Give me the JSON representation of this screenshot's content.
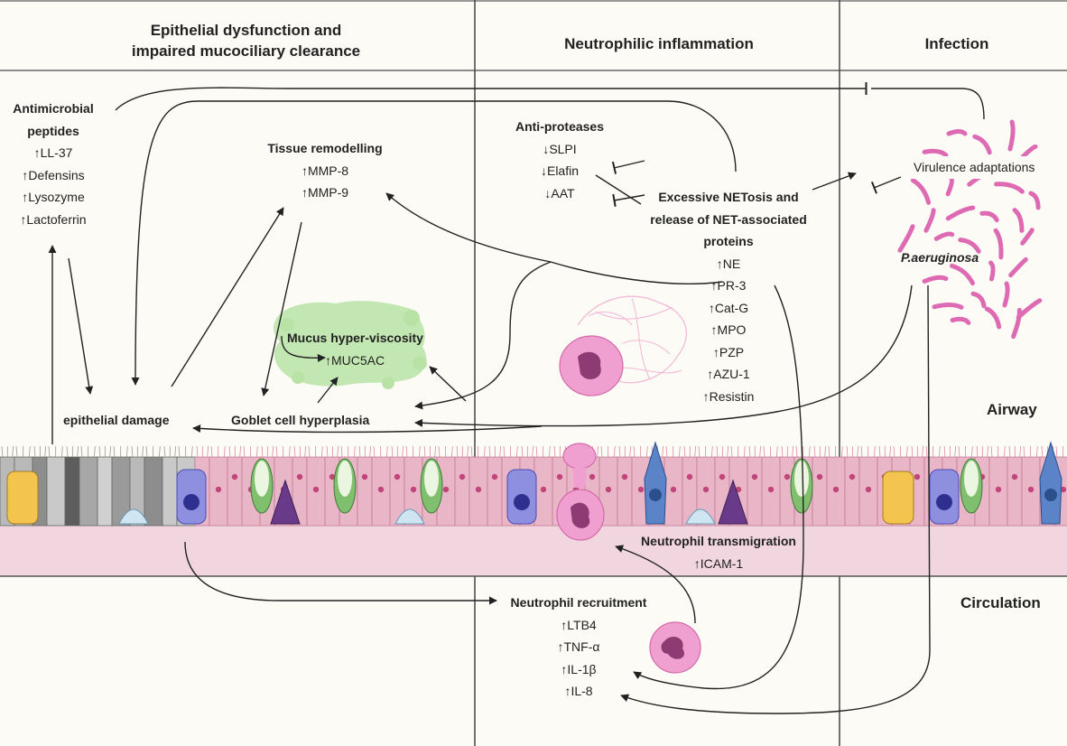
{
  "headers": {
    "col1_line1": "Epithelial dysfunction and",
    "col1_line2": "impaired mucociliary clearance",
    "col2": "Neutrophilic inflammation",
    "col3": "Infection"
  },
  "regions": {
    "airway": "Airway",
    "circulation": "Circulation"
  },
  "antimicrobial": {
    "title_line1": "Antimicrobial",
    "title_line2": "peptides",
    "items": [
      "↑LL-37",
      "↑Defensins",
      "↑Lysozyme",
      "↑Lactoferrin"
    ]
  },
  "tissue_remodelling": {
    "title": "Tissue remodelling",
    "items": [
      "↑MMP-8",
      "↑MMP-9"
    ]
  },
  "mucus": {
    "title": "Mucus hyper-viscosity",
    "items": [
      "↑MUC5AC"
    ]
  },
  "epithelial_damage": "epithelial damage",
  "goblet": "Goblet cell hyperplasia",
  "antiproteases": {
    "title": "Anti-proteases",
    "items": [
      "↓SLPI",
      "↓Elafin",
      "↓AAT"
    ]
  },
  "netosis": {
    "title_line1": "Excessive NETosis and",
    "title_line2": "release of NET-associated",
    "title_line3": "proteins",
    "items": [
      "↑NE",
      "↑PR-3",
      "↑Cat-G",
      "↑MPO",
      "↑PZP",
      "↑AZU-1",
      "↑Resistin"
    ]
  },
  "virulence": "Virulence adaptations",
  "pathogen": "P.aeruginosa",
  "transmigration": {
    "title": "Neutrophil transmigration",
    "items": [
      "↑ICAM-1"
    ]
  },
  "recruitment": {
    "title": "Neutrophil recruitment",
    "items": [
      "↑LTB4",
      "↑TNF-α",
      "↑IL-1β",
      "↑IL-8"
    ]
  },
  "colors": {
    "background": "#fcfbf5",
    "epithelium": "#e9b6c8",
    "submucosa": "#f1d6df",
    "bacteria": "#dd6ab2",
    "mucus": "#b9e3a6",
    "neutrophil": "#ef8fc7",
    "arrow": "#222222"
  }
}
